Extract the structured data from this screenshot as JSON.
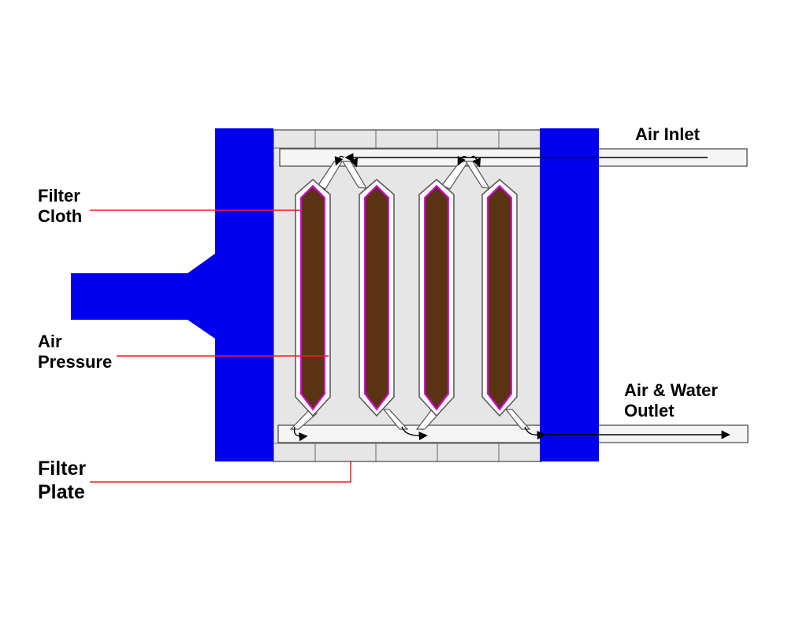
{
  "labels": {
    "filter_cloth": [
      "Filter",
      "Cloth"
    ],
    "air_pressure": [
      "Air",
      "Pressure"
    ],
    "filter_plate": [
      "Filter",
      "Plate"
    ],
    "air_inlet": "Air Inlet",
    "outlet": [
      "Air & Water",
      "Outlet"
    ]
  },
  "colors": {
    "frame_blue": "#0000ee",
    "plate_gray": "#e6e6e6",
    "cake_brown": "#5a3412",
    "cloth_magenta": "#e000e0",
    "leader_red": "#ee1c24",
    "outline": "#555555"
  },
  "filter_cake_count": 4
}
